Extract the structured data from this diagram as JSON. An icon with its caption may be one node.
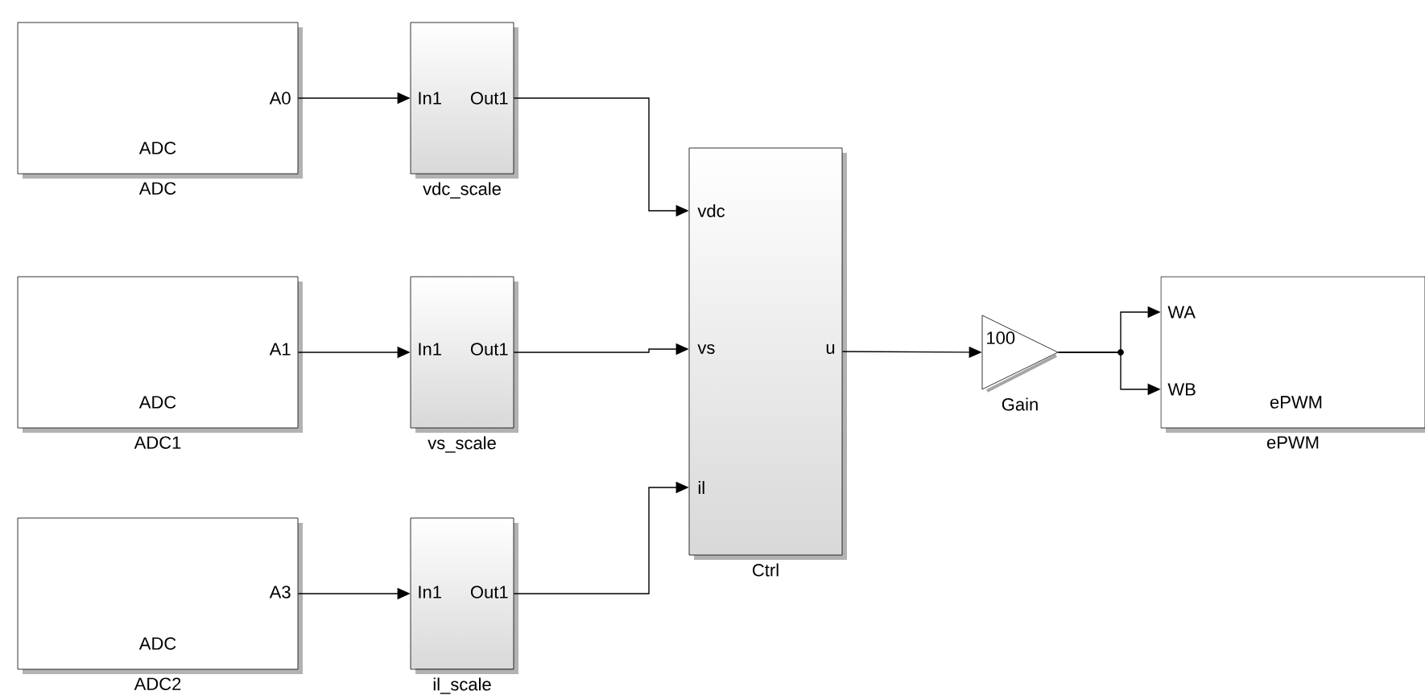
{
  "diagram": {
    "nodes": [
      {
        "text": [
          "A0",
          "ADC"
        ],
        "beside": [
          "ADC"
        ]
      },
      {
        "text": [
          "A1",
          "ADC"
        ],
        "beside": [
          "ADC1"
        ]
      },
      {
        "text": [
          "A3",
          "ADC"
        ],
        "beside": [
          "ADC2"
        ]
      },
      {
        "text": [
          "In1",
          "Out1"
        ],
        "beside": [
          "vdc_scale"
        ]
      },
      {
        "text": [
          "In1",
          "Out1"
        ],
        "beside": [
          "vs_scale"
        ]
      },
      {
        "text": [
          "In1",
          "Out1"
        ],
        "beside": [
          "il_scale"
        ]
      },
      {
        "text": [
          "vdc",
          "vs",
          "il",
          "u"
        ],
        "beside": [
          "Ctrl"
        ]
      },
      {
        "text": [
          "100"
        ],
        "beside": [
          "Gain"
        ]
      },
      {
        "text": [
          "WA",
          "WB",
          "ePWM"
        ],
        "beside": [
          "ePWM"
        ]
      }
    ],
    "edges": [
      {
        "from": 0,
        "to": 3,
        "arrow": "to"
      },
      {
        "from": 1,
        "to": 4,
        "arrow": "to"
      },
      {
        "from": 2,
        "to": 5,
        "arrow": "to"
      },
      {
        "from": 3,
        "to": 6,
        "arrow": "to"
      },
      {
        "from": 4,
        "to": 6,
        "arrow": "to"
      },
      {
        "from": 5,
        "to": 6,
        "arrow": "to"
      },
      {
        "from": 6,
        "to": 7,
        "arrow": "to"
      },
      {
        "from": 7,
        "to": 8,
        "arrow": "to"
      },
      {
        "from": 7,
        "to": 8,
        "arrow": "to"
      }
    ]
  }
}
